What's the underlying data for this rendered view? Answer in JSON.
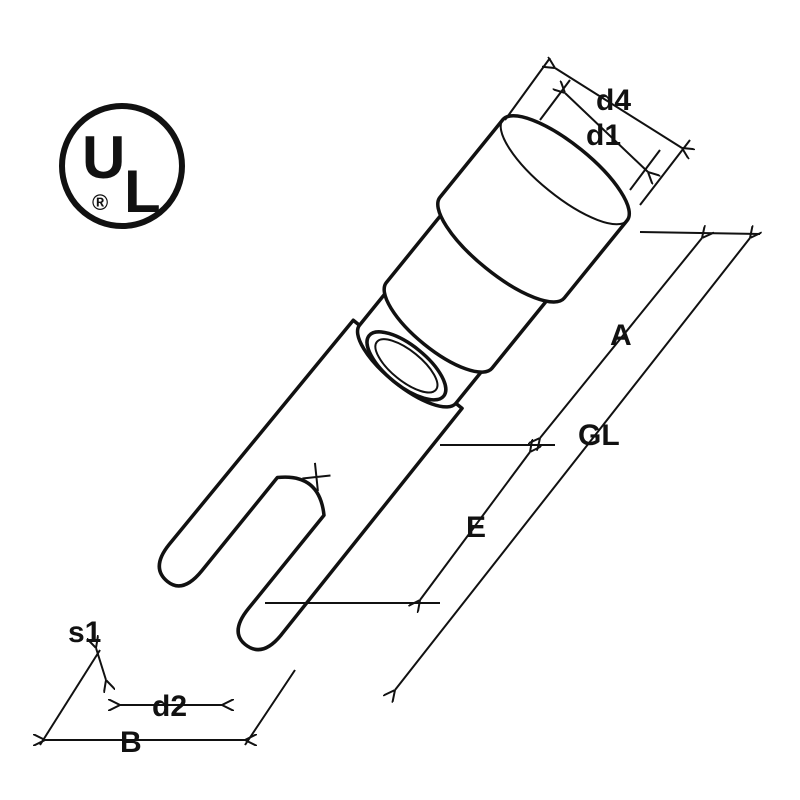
{
  "logo": {
    "letters": [
      "U",
      "L"
    ],
    "registered": "®"
  },
  "labels": {
    "d4": "d4",
    "d1": "d1",
    "A": "A",
    "GL": "GL",
    "E": "E",
    "s1": "s1",
    "d2": "d2",
    "B": "B"
  }
}
